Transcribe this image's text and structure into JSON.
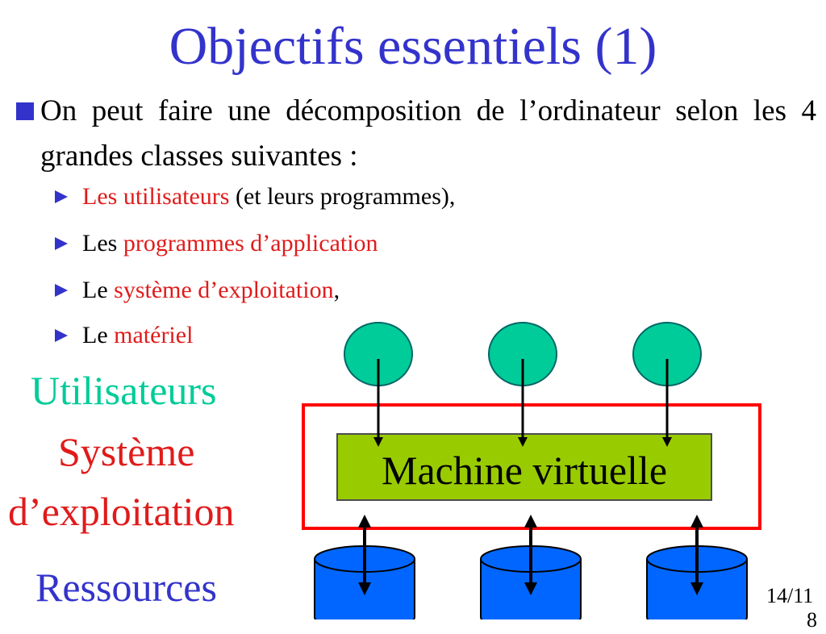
{
  "slide": {
    "title": "Objectifs essentiels (1)",
    "intro": "On peut faire une décomposition de l’ordinateur selon les 4 grandes classes suivantes :",
    "items": [
      {
        "pre": "",
        "highlight": "Les utilisateurs",
        "post": " (et leurs programmes),"
      },
      {
        "pre": "Les ",
        "highlight": "programmes d’application",
        "post": ""
      },
      {
        "pre": "Le ",
        "highlight": "système d’exploitation",
        "post": ","
      },
      {
        "pre": "Le ",
        "highlight": "matériel",
        "post": ""
      }
    ],
    "page_number": "14/11",
    "page_number_overflow": "8"
  },
  "diagram": {
    "label_users": "Utilisateurs",
    "label_os_line1": "Système",
    "label_os_line2": "d’exploitation",
    "label_resources": "Ressources",
    "vm_label": "Machine virtuelle",
    "colors": {
      "users": "#00cc99",
      "os": "#e01b1b",
      "resources": "#3333cc",
      "vm_fill": "#99cc00",
      "cylinder_fill": "#0066ff",
      "frame": "#ff0000",
      "accent": "#3333cc"
    }
  }
}
